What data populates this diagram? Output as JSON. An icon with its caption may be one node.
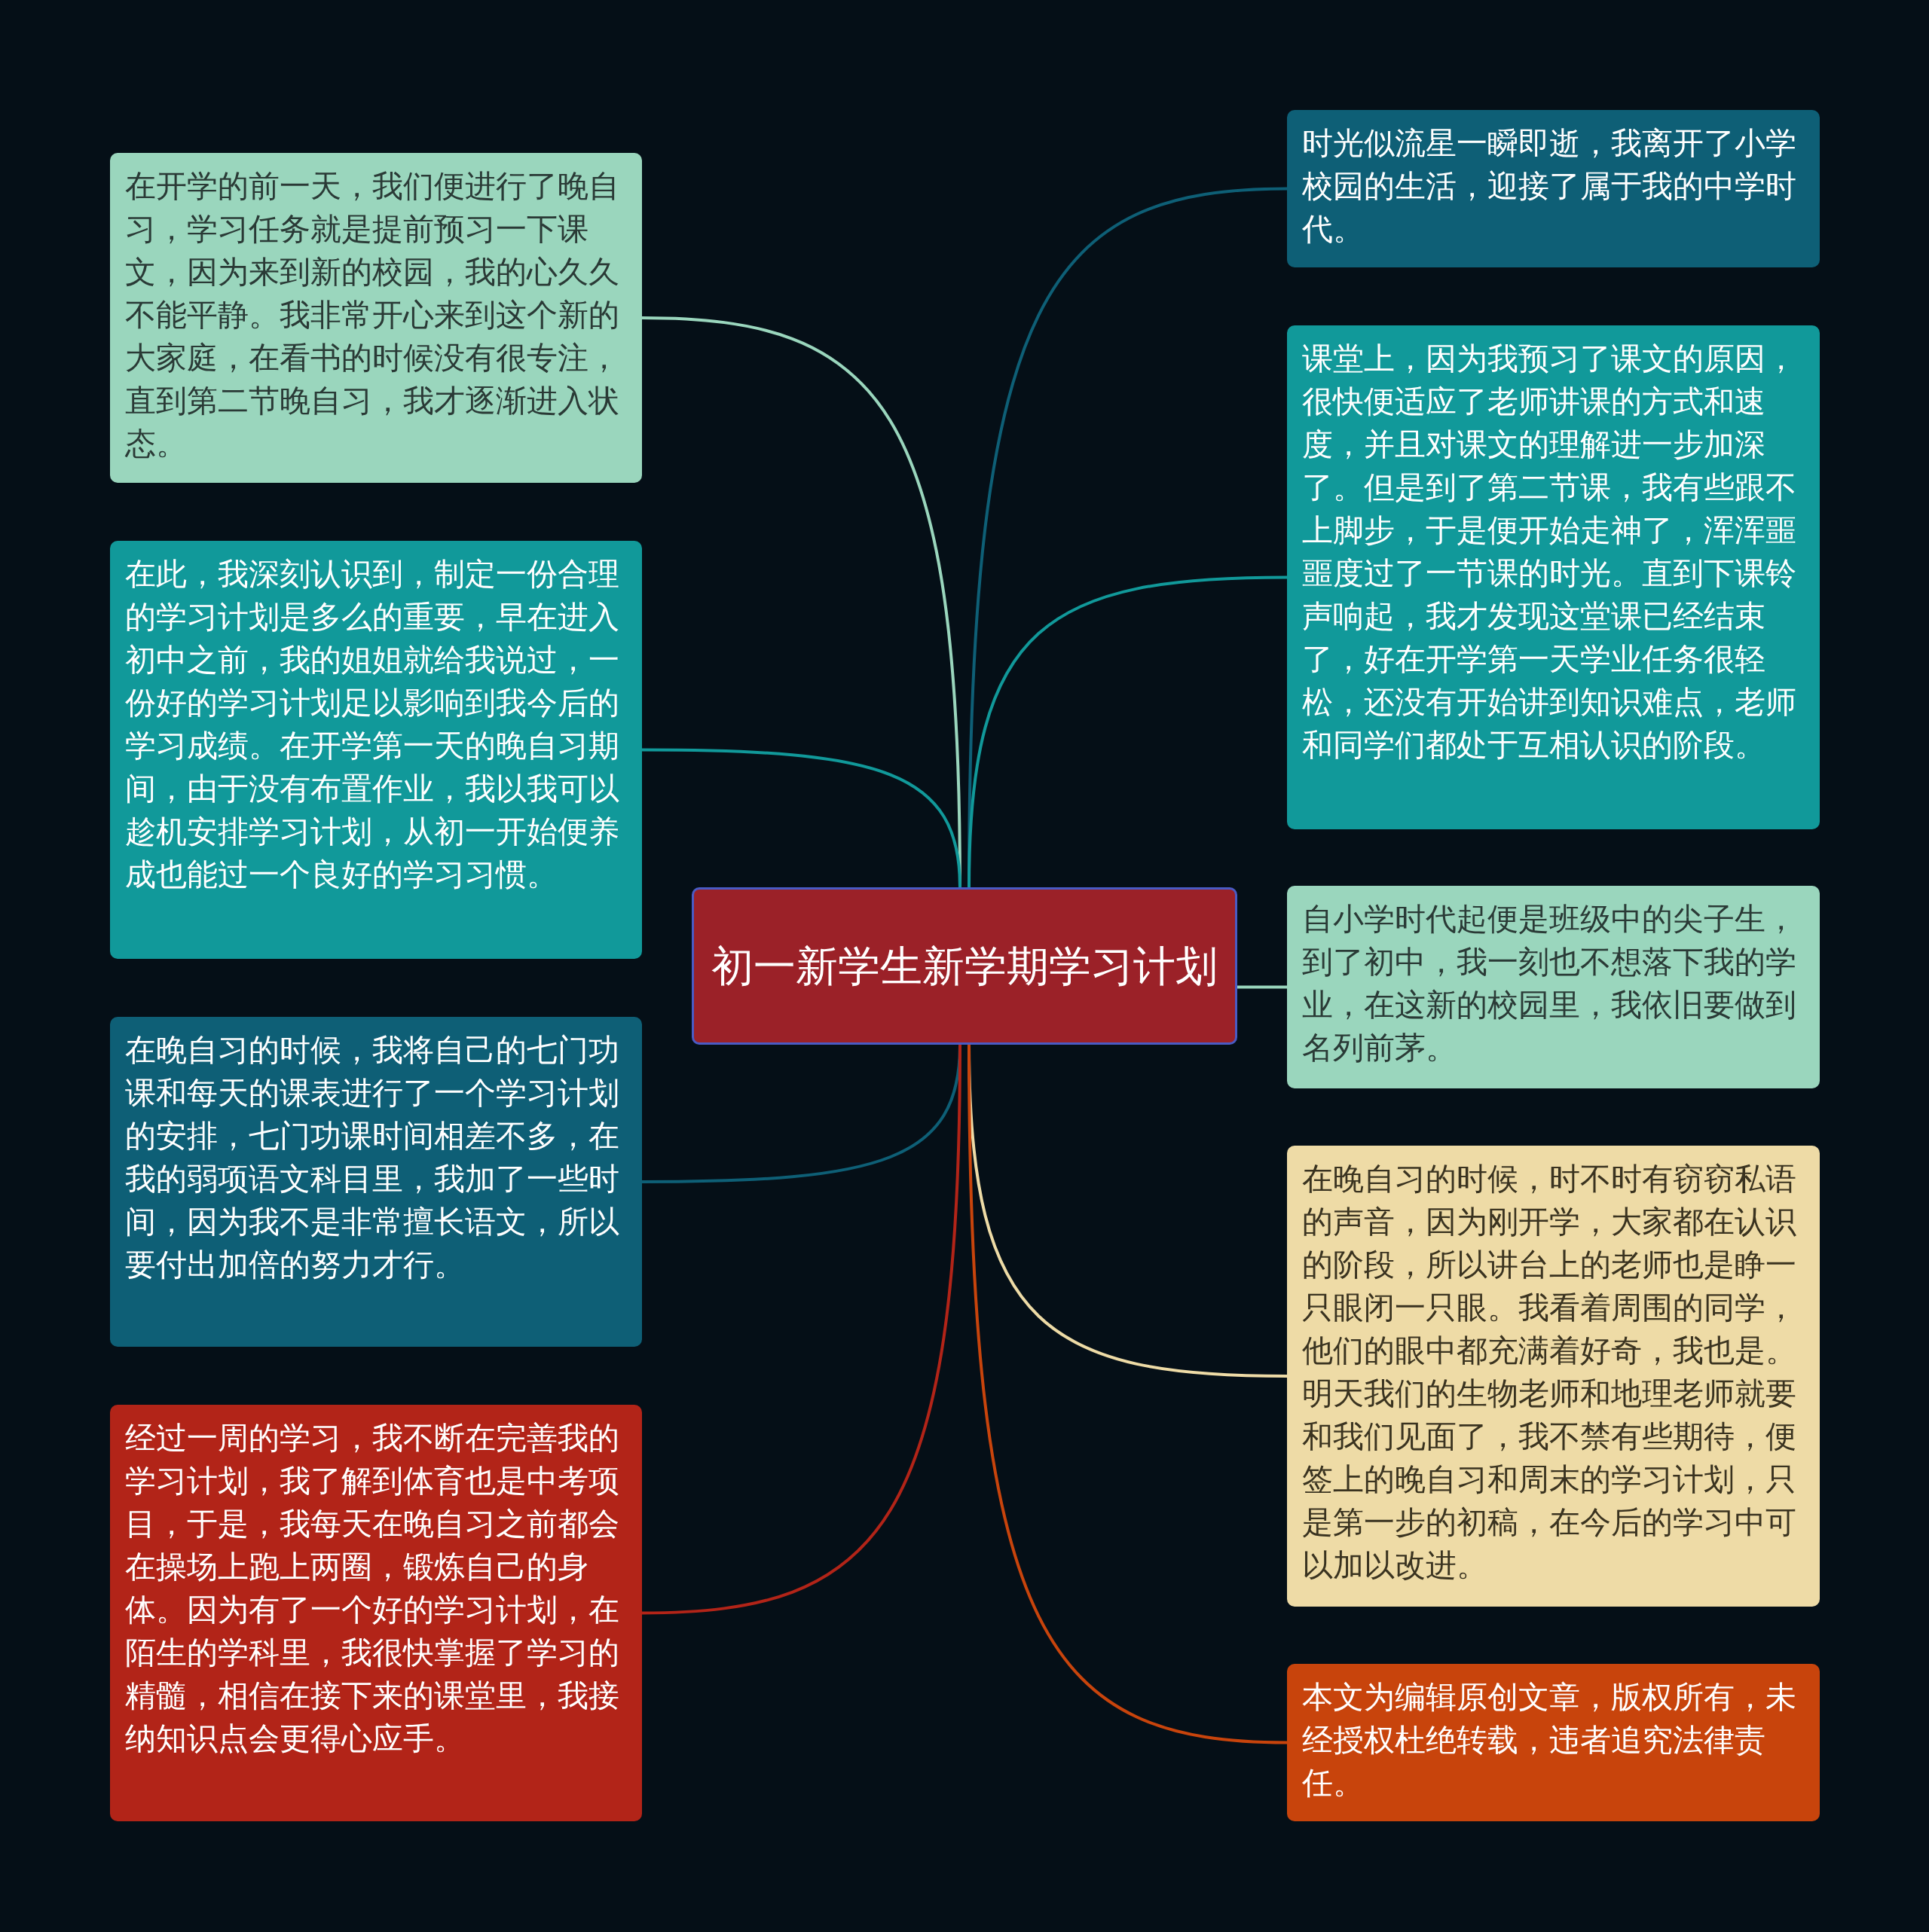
{
  "diagram": {
    "nodes": [
      {
        "text": [
          "初一新学生新学期学习计划"
        ]
      },
      {
        "text": [
          "在开学的前一天，我们便进行了晚自习，学习任务就是提前预习一下课文，因为来到新的校园，我的心久久不能平静。我非常开心来到这个新的大家庭，在看书的时候没有很专注，直到第二节晚自习，我才逐渐进入状态。"
        ]
      },
      {
        "text": [
          "在此，我深刻认识到，制定一份合理的学习计划是多么的重要，早在进入初中之前，我的姐姐就给我说过，一份好的学习计划足以影响到我今后的学习成绩。在开学第一天的晚自习期间，由于没有布置作业，我以我可以趁机安排学习计划，从初一开始便养成也能过一个良好的学习习惯。"
        ]
      },
      {
        "text": [
          "在晚自习的时候，我将自己的七门功课和每天的课表进行了一个学习计划的安排，七门功课时间相差不多，在我的弱项语文科目里，我加了一些时间，因为我不是非常擅长语文，所以要付出加倍的努力才行。"
        ]
      },
      {
        "text": [
          "经过一周的学习，我不断在完善我的学习计划，我了解到体育也是中考项目，于是，我每天在晚自习之前都会在操场上跑上两圈，锻炼自己的身体。因为有了一个好的学习计划，在陌生的学科里，我很快掌握了学习的精髓，相信在接下来的课堂里，我接纳知识点会更得心应手。"
        ]
      },
      {
        "text": [
          "时光似流星一瞬即逝，我离开了小学校园的生活，迎接了属于我的中学时代。"
        ]
      },
      {
        "text": [
          "课堂上，因为我预习了课文的原因，很快便适应了老师讲课的方式和速度，并且对课文的理解进一步加深了。但是到了第二节课，我有些跟不上脚步，于是便开始走神了，浑浑噩噩度过了一节课的时光。直到下课铃声响起，我才发现这堂课已经结束了，好在开学第一天学业任务很轻松，还没有开始讲到知识难点，老师和同学们都处于互相认识的阶段。"
        ]
      },
      {
        "text": [
          "自小学时代起便是班级中的尖子生，到了初中，我一刻也不想落下我的学业，在这新的校园里，我依旧要做到名列前茅。"
        ]
      },
      {
        "text": [
          "在晚自习的时候，时不时有窃窃私语的声音，因为刚开学，大家都在认识的阶段，所以讲台上的老师也是睁一只眼闭一只眼。我看着周围的同学，他们的眼中都充满着好奇，我也是。明天我们的生物老师和地理老师就要和我们见面了，我不禁有些期待，便签上的晚自习和周末的学习计划，只是第一步的初稿，在今后的学习中可以加以改进。"
        ]
      },
      {
        "text": [
          "本文为编辑原创文章，版权所有，未经授权杜绝转载，违者追究法律责任。"
        ]
      }
    ],
    "edges": [
      {
        "from": 0,
        "to": 1,
        "arrow": "none",
        "color": "#9ad6bd"
      },
      {
        "from": 0,
        "to": 2,
        "arrow": "none",
        "color": "#11999a"
      },
      {
        "from": 0,
        "to": 3,
        "arrow": "none",
        "color": "#0e5f76"
      },
      {
        "from": 0,
        "to": 4,
        "arrow": "none",
        "color": "#b22418"
      },
      {
        "from": 0,
        "to": 5,
        "arrow": "none",
        "color": "#0e5f76"
      },
      {
        "from": 0,
        "to": 6,
        "arrow": "none",
        "color": "#11999a"
      },
      {
        "from": 0,
        "to": 7,
        "arrow": "none",
        "color": "#9ad6bd"
      },
      {
        "from": 0,
        "to": 8,
        "arrow": "none",
        "color": "#eedba6"
      },
      {
        "from": 0,
        "to": 9,
        "arrow": "none",
        "color": "#c8440c"
      }
    ]
  }
}
